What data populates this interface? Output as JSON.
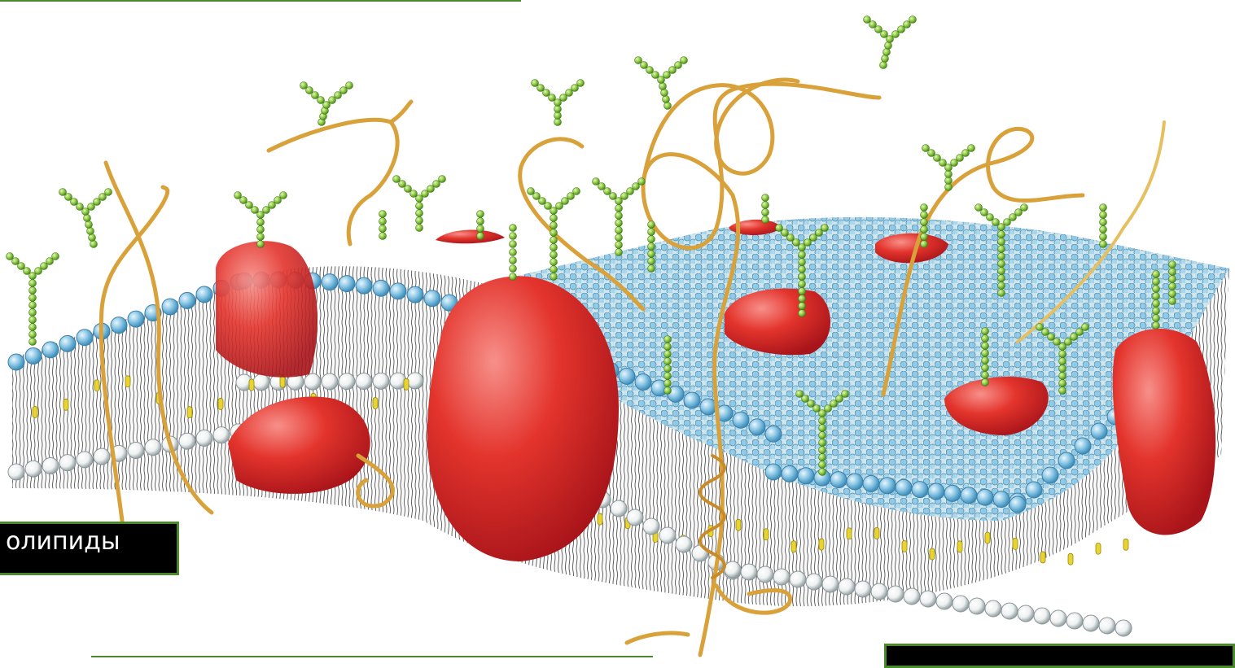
{
  "labels": {
    "phospholipids": "олипиды"
  },
  "colors": {
    "protein": "#e3342c",
    "protein_shadow": "#a8141a",
    "head_outer": "#8ec8e6",
    "head_inner": "#f2f4f4",
    "glycan": "#7fc23a",
    "tail": "#e8d330",
    "fiber": "#d9a13a",
    "label_bg": "#000000",
    "label_border": "#4a8a2a"
  },
  "icons": {
    "lipid_head": "circle",
    "glycan_chain": "bead-chain"
  }
}
